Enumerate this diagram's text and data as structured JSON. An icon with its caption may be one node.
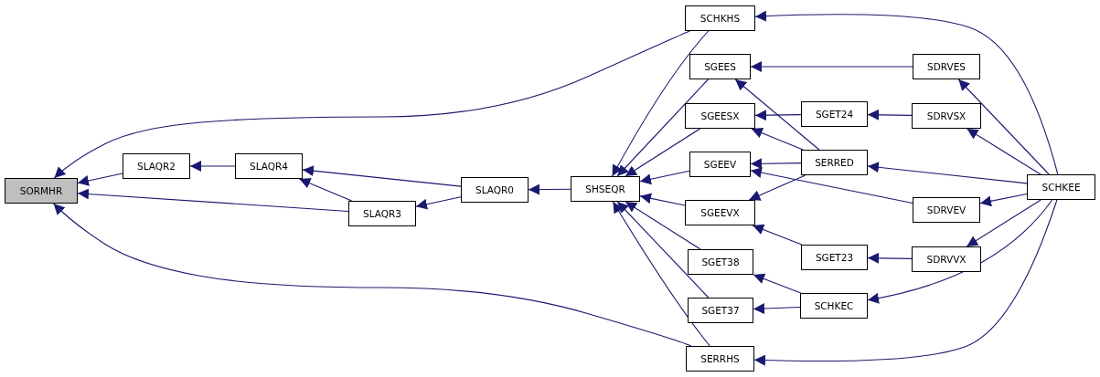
{
  "diagram": {
    "nodes": [
      {
        "text": [
          "SORMHR"
        ]
      },
      {
        "text": [
          "SLAQR2"
        ]
      },
      {
        "text": [
          "SLAQR4"
        ]
      },
      {
        "text": [
          "SLAQR3"
        ]
      },
      {
        "text": [
          "SLAQR0"
        ]
      },
      {
        "text": [
          "SHSEQR"
        ]
      },
      {
        "text": [
          "SCHKHS"
        ]
      },
      {
        "text": [
          "SGEES"
        ]
      },
      {
        "text": [
          "SGEESX"
        ]
      },
      {
        "text": [
          "SGEEV"
        ]
      },
      {
        "text": [
          "SGEEVX"
        ]
      },
      {
        "text": [
          "SGET38"
        ]
      },
      {
        "text": [
          "SGET37"
        ]
      },
      {
        "text": [
          "SERRHS"
        ]
      },
      {
        "text": [
          "SGET24"
        ]
      },
      {
        "text": [
          "SERRED"
        ]
      },
      {
        "text": [
          "SGET23"
        ]
      },
      {
        "text": [
          "SCHKEC"
        ]
      },
      {
        "text": [
          "SDRVES"
        ]
      },
      {
        "text": [
          "SDRVSX"
        ]
      },
      {
        "text": [
          "SDRVEV"
        ]
      },
      {
        "text": [
          "SDRVVX"
        ]
      },
      {
        "text": [
          "SCHKEE"
        ]
      }
    ],
    "edges": [
      {
        "from": 1,
        "to": 0,
        "arrow": "to"
      },
      {
        "from": 3,
        "to": 0,
        "arrow": "to"
      },
      {
        "from": 6,
        "to": 0,
        "arrow": "to"
      },
      {
        "from": 13,
        "to": 0,
        "arrow": "to"
      },
      {
        "from": 2,
        "to": 1,
        "arrow": "to"
      },
      {
        "from": 4,
        "to": 2,
        "arrow": "to"
      },
      {
        "from": 3,
        "to": 2,
        "arrow": "to"
      },
      {
        "from": 4,
        "to": 3,
        "arrow": "to"
      },
      {
        "from": 5,
        "to": 4,
        "arrow": "to"
      },
      {
        "from": 6,
        "to": 5,
        "arrow": "to"
      },
      {
        "from": 7,
        "to": 5,
        "arrow": "to"
      },
      {
        "from": 8,
        "to": 5,
        "arrow": "to"
      },
      {
        "from": 9,
        "to": 5,
        "arrow": "to"
      },
      {
        "from": 10,
        "to": 5,
        "arrow": "to"
      },
      {
        "from": 11,
        "to": 5,
        "arrow": "to"
      },
      {
        "from": 12,
        "to": 5,
        "arrow": "to"
      },
      {
        "from": 13,
        "to": 5,
        "arrow": "to"
      },
      {
        "from": 18,
        "to": 7,
        "arrow": "to"
      },
      {
        "from": 15,
        "to": 7,
        "arrow": "to"
      },
      {
        "from": 14,
        "to": 8,
        "arrow": "to"
      },
      {
        "from": 15,
        "to": 8,
        "arrow": "to"
      },
      {
        "from": 15,
        "to": 9,
        "arrow": "to"
      },
      {
        "from": 20,
        "to": 9,
        "arrow": "to"
      },
      {
        "from": 15,
        "to": 10,
        "arrow": "to"
      },
      {
        "from": 16,
        "to": 10,
        "arrow": "to"
      },
      {
        "from": 17,
        "to": 11,
        "arrow": "to"
      },
      {
        "from": 17,
        "to": 12,
        "arrow": "to"
      },
      {
        "from": 19,
        "to": 14,
        "arrow": "to"
      },
      {
        "from": 21,
        "to": 16,
        "arrow": "to"
      },
      {
        "from": 22,
        "to": 6,
        "arrow": "to"
      },
      {
        "from": 22,
        "to": 18,
        "arrow": "to"
      },
      {
        "from": 22,
        "to": 19,
        "arrow": "to"
      },
      {
        "from": 22,
        "to": 15,
        "arrow": "to"
      },
      {
        "from": 22,
        "to": 20,
        "arrow": "to"
      },
      {
        "from": 22,
        "to": 21,
        "arrow": "to"
      },
      {
        "from": 22,
        "to": 17,
        "arrow": "to"
      },
      {
        "from": 22,
        "to": 13,
        "arrow": "to"
      }
    ]
  }
}
